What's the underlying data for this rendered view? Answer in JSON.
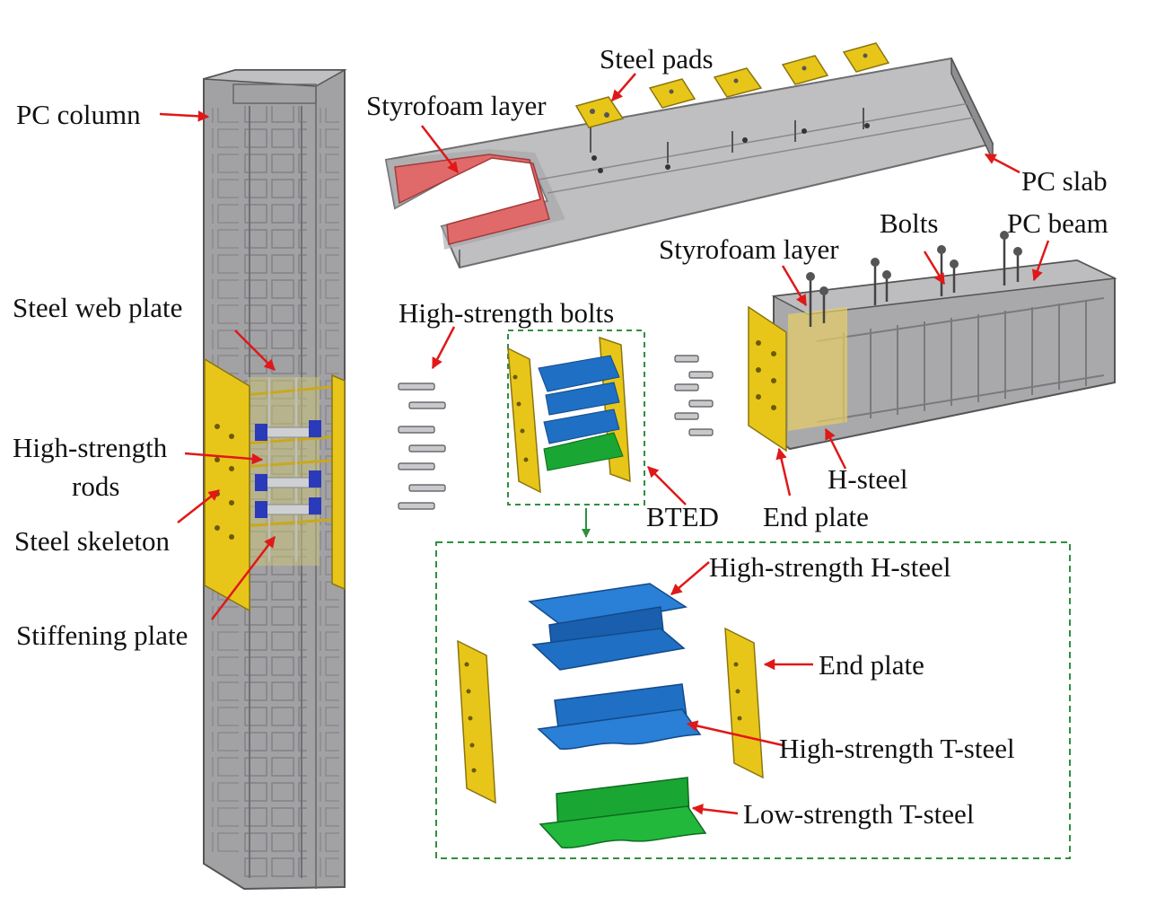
{
  "labels": {
    "pc_column": "PC column",
    "steel_web_plate": "Steel web plate",
    "high_strength_rods_line1": "High-strength",
    "high_strength_rods_line2": "rods",
    "steel_skeleton": "Steel skeleton",
    "stiffening_plate": "Stiffening plate",
    "steel_pads": "Steel pads",
    "styrofoam_layer_slab": "Styrofoam layer",
    "pc_slab": "PC slab",
    "bolts": "Bolts",
    "pc_beam": "PC beam",
    "styrofoam_layer_beam": "Styrofoam layer",
    "high_strength_bolts": "High-strength bolts",
    "bted": "BTED",
    "h_steel": "H-steel",
    "end_plate_beam": "End plate",
    "high_strength_h_steel": "High-strength H-steel",
    "end_plate_detail": "End plate",
    "high_strength_t_steel": "High-strength T-steel",
    "low_strength_t_steel": "Low-strength T-steel"
  },
  "colors": {
    "concrete": "#9a9a9c",
    "steel_yellow": "#e8c619",
    "high_strength_blue": "#1f6fc4",
    "low_strength_green": "#1aa632",
    "styrofoam_red": "#e06a6a",
    "arrow_red": "#e01818",
    "dashed_green": "#2f8f3f"
  }
}
